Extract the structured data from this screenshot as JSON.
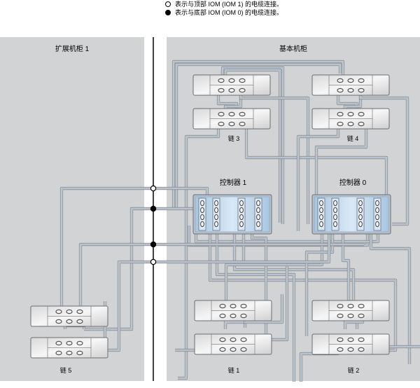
{
  "legend": {
    "items": [
      {
        "symbol": "open-circle",
        "text": "表示与顶部 IOM (IOM 1) 的电缆连接。"
      },
      {
        "symbol": "filled-circle",
        "text": "表示与底部 IOM (IOM 0) 的电缆连接。"
      }
    ]
  },
  "cabinets": {
    "expansion": {
      "title": "扩展机柜 1"
    },
    "base": {
      "title": "基本机柜"
    }
  },
  "controllers": [
    {
      "id": "controller-1",
      "label": "控制器 1"
    },
    {
      "id": "controller-0",
      "label": "控制器 0"
    }
  ],
  "chains": [
    {
      "id": "chain-3",
      "label": "链 3"
    },
    {
      "id": "chain-4",
      "label": "链 4"
    },
    {
      "id": "chain-5",
      "label": "链 5"
    },
    {
      "id": "chain-1",
      "label": "链 1"
    },
    {
      "id": "chain-2",
      "label": "链 2"
    }
  ],
  "colors": {
    "cabinet_bg": "#d2d3d5",
    "cable_core": "#8fa7bd",
    "cable_edge": "#6d6e71",
    "controller_fill": "#c6dbee",
    "shelf_fill": "#e8e8e8"
  }
}
